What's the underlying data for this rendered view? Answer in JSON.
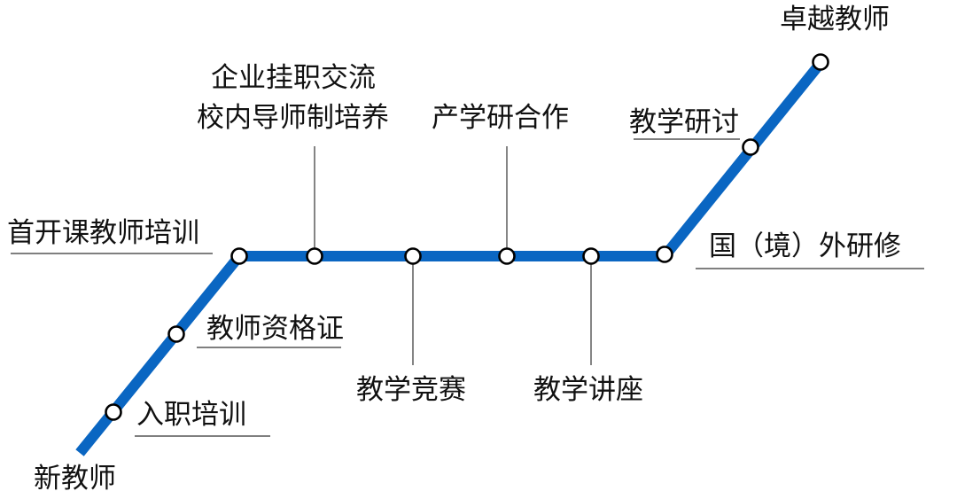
{
  "route_color": "#0A66C2",
  "labels": {
    "start": "新教师",
    "onboarding": "入职培训",
    "teacher_cert": "教师资格证",
    "new_teacher_training": "首开课教师培训",
    "enterprise_1": "企业挂职交流",
    "enterprise_2": "校内导师制培养",
    "teaching_contest": "教学竞赛",
    "industry_research": "产学研合作",
    "teaching_lecture": "教学讲座",
    "overseas_training": "国（境）外研修",
    "teaching_seminar": "教学研讨",
    "end": "卓越教师"
  }
}
